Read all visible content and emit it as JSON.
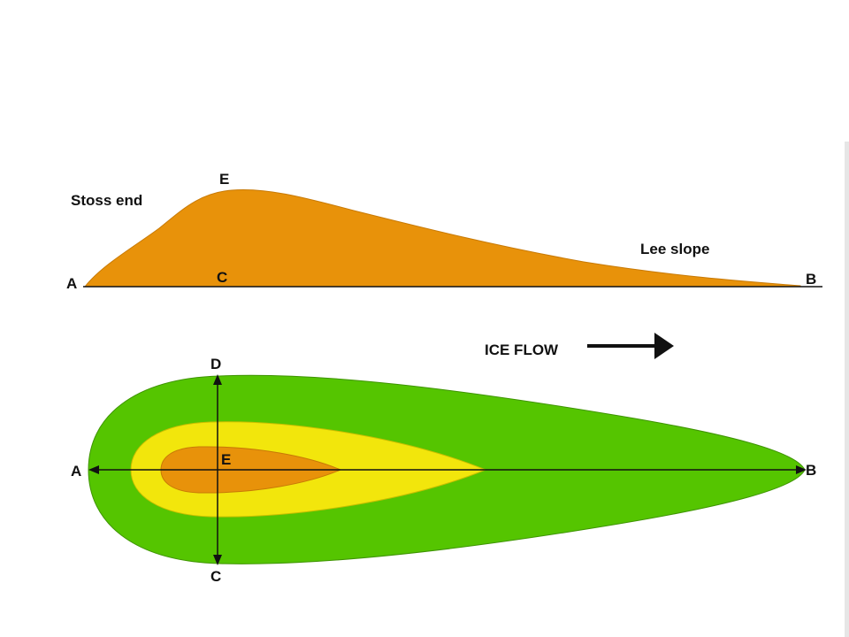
{
  "colors": {
    "background": "#ffffff",
    "orange": "#E8920A",
    "yellow": "#F2E60C",
    "green": "#55C500",
    "line": "#111111",
    "edge_strip": "#e6e6e6"
  },
  "profile": {
    "stoss_label": "Stoss end",
    "lee_label": "Lee slope",
    "point_a": "A",
    "point_b": "B",
    "point_c": "C",
    "point_e": "E"
  },
  "flow": {
    "label": "ICE FLOW",
    "arrow_icon": "right-arrow-icon"
  },
  "plan": {
    "point_a": "A",
    "point_b": "B",
    "point_c": "C",
    "point_d": "D",
    "point_e": "E"
  }
}
